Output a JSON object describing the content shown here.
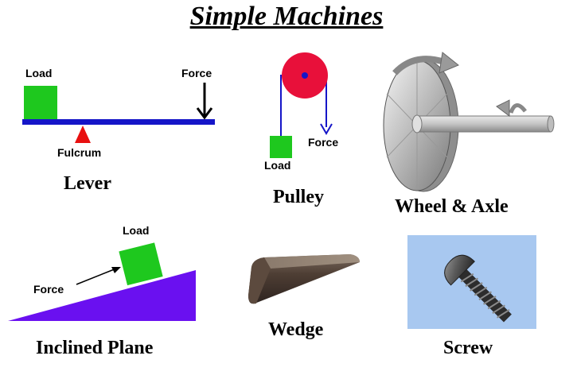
{
  "title": "Simple Machines",
  "lever": {
    "caption": "Lever",
    "load_label": "Load",
    "force_label": "Force",
    "fulcrum_label": "Fulcrum"
  },
  "pulley": {
    "caption": "Pulley",
    "load_label": "Load",
    "force_label": "Force"
  },
  "wheel_axle": {
    "caption": "Wheel & Axle"
  },
  "inclined_plane": {
    "caption": "Inclined Plane",
    "load_label": "Load",
    "force_label": "Force"
  },
  "wedge": {
    "caption": "Wedge"
  },
  "screw": {
    "caption": "Screw"
  },
  "colors": {
    "load_green": "#1ec81e",
    "lever_blue": "#1515c8",
    "fulcrum_red": "#e81010",
    "pulley_red": "#e8103a",
    "incline_purple": "#6a10f0",
    "screw_bg": "#a8c8f0",
    "wedge_brown": "#4a3a30"
  },
  "icons": [
    "lever-icon",
    "pulley-icon",
    "wheel-axle-icon",
    "inclined-plane-icon",
    "wedge-icon",
    "screw-icon"
  ]
}
